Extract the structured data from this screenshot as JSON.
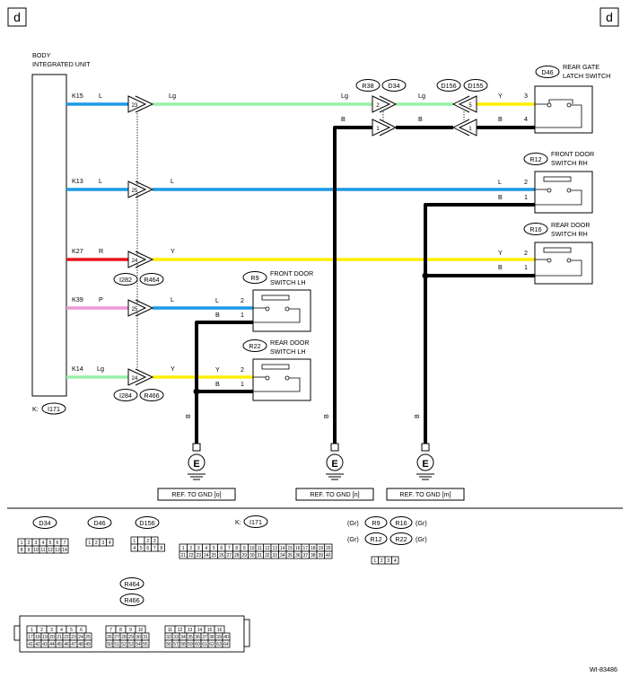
{
  "page_marker": "d",
  "unit": {
    "line1": "BODY",
    "line2": "INTEGRATED UNIT",
    "code_prefix": "K:",
    "code": "I171"
  },
  "colors": {
    "L": "#1a9ae6",
    "Lg": "#98f0a8",
    "R": "#e8141b",
    "P": "#ef9ad6",
    "Y": "#ffee00",
    "B": "#000000"
  },
  "unit_wires": [
    {
      "term": "K15",
      "color": "L"
    },
    {
      "term": "K13",
      "color": "L"
    },
    {
      "term": "K27",
      "color": "R"
    },
    {
      "term": "K39",
      "color": "P"
    },
    {
      "term": "K14",
      "color": "Lg"
    }
  ],
  "conn_pins_left": [
    "23",
    "25",
    "24",
    "25",
    "24"
  ],
  "wire_after_conn": [
    "Lg",
    "L",
    "Y",
    "L",
    "Y"
  ],
  "conn_labels_a": [
    "I282",
    "R464"
  ],
  "conn_labels_b": [
    "I284",
    "R466"
  ],
  "mid_conn": {
    "labels": [
      "R38",
      "D34"
    ],
    "top_in": "Lg",
    "top_pin": "2",
    "top_out": "Lg",
    "bot_in": "B",
    "bot_pin": "1"
  },
  "right_conn": {
    "labels": [
      "D156",
      "D155"
    ],
    "top_pin": "5",
    "bot_pin": "1"
  },
  "switches": [
    {
      "code": "D46",
      "line1": "REAR GATE",
      "line2": "LATCH SWITCH",
      "wire_top": "Y",
      "pin_top": "3",
      "wire_bot": "B",
      "pin_bot": "4"
    },
    {
      "code": "R12",
      "line1": "FRONT DOOR",
      "line2": "SWITCH RH",
      "wire_top": "L",
      "pin_top": "2",
      "wire_bot": "B",
      "pin_bot": "1"
    },
    {
      "code": "R16",
      "line1": "REAR DOOR",
      "line2": "SWITCH RH",
      "wire_top": "Y",
      "pin_top": "2",
      "wire_bot": "B",
      "pin_bot": "1"
    },
    {
      "code": "R9",
      "line1": "FRONT DOOR",
      "line2": "SWITCH LH",
      "wire_top": "L",
      "pin_top": "2",
      "wire_bot": "B",
      "pin_bot": "1"
    },
    {
      "code": "R22",
      "line1": "REAR DOOR",
      "line2": "SWITCH LH",
      "wire_top": "Y",
      "pin_top": "2",
      "wire_bot": "B",
      "pin_bot": "1"
    }
  ],
  "grounds": [
    {
      "symbol": "E",
      "wire": "B",
      "ref": "REF. TO GND [o]"
    },
    {
      "symbol": "E",
      "wire": "B",
      "ref": "REF. TO GND [n]"
    },
    {
      "symbol": "E",
      "wire": "B",
      "ref": "REF. TO GND [m]"
    }
  ],
  "legend": {
    "d34": {
      "code": "D34",
      "row1": [
        "1",
        "2",
        "3",
        "4",
        "5",
        "6",
        "7"
      ],
      "row2": [
        "8",
        "9",
        "10",
        "11",
        "12",
        "13",
        "14"
      ]
    },
    "d46": {
      "code": "D46",
      "row1": [
        "1",
        "2",
        "3",
        "4"
      ]
    },
    "d156": {
      "code": "D156",
      "row1": [
        "1",
        "",
        "2",
        "3"
      ],
      "row2": [
        "4",
        "5",
        "6",
        "7",
        "8"
      ]
    },
    "i171": {
      "prefix": "K:",
      "code": "I171",
      "row1": [
        "1",
        "2",
        "3",
        "4",
        "5",
        "6",
        "7",
        "8",
        "9",
        "10",
        "11",
        "12",
        "13",
        "14",
        "15",
        "16",
        "17",
        "18",
        "19",
        "20"
      ],
      "row2": [
        "21",
        "22",
        "23",
        "24",
        "25",
        "26",
        "27",
        "28",
        "29",
        "30",
        "31",
        "32",
        "33",
        "34",
        "35",
        "36",
        "37",
        "38",
        "39",
        "40"
      ]
    },
    "gr": {
      "note": "(Gr)",
      "codes": [
        "R9",
        "R16",
        "R12",
        "R22"
      ],
      "row1": [
        "1",
        "2",
        "3",
        "4"
      ]
    },
    "r464": {
      "codes": [
        "R464",
        "R466"
      ],
      "blk1": {
        "r1": [
          "1",
          "2",
          "3",
          "4",
          "5",
          "6"
        ],
        "r2": [
          "17",
          "18",
          "19",
          "20",
          "21",
          "22",
          "23",
          "24",
          "25"
        ],
        "r3": [
          "41",
          "42",
          "43",
          "44",
          "45",
          "46",
          "47",
          "48",
          "49"
        ]
      },
      "blk2": {
        "r1": [
          "7",
          "8",
          "9",
          "10"
        ],
        "r2": [
          "26",
          "27",
          "28",
          "29",
          "30",
          "31"
        ],
        "r3": [
          "50",
          "51",
          "52",
          "53",
          "54",
          "55"
        ]
      },
      "blk3": {
        "r1": [
          "11",
          "12",
          "13",
          "14",
          "15",
          "16"
        ],
        "r2": [
          "32",
          "33",
          "34",
          "35",
          "36",
          "37",
          "38",
          "39",
          "40"
        ],
        "r3": [
          "56",
          "57",
          "58",
          "59",
          "60",
          "61",
          "62",
          "63",
          "64"
        ]
      }
    }
  },
  "figure_id": "WI-83486"
}
